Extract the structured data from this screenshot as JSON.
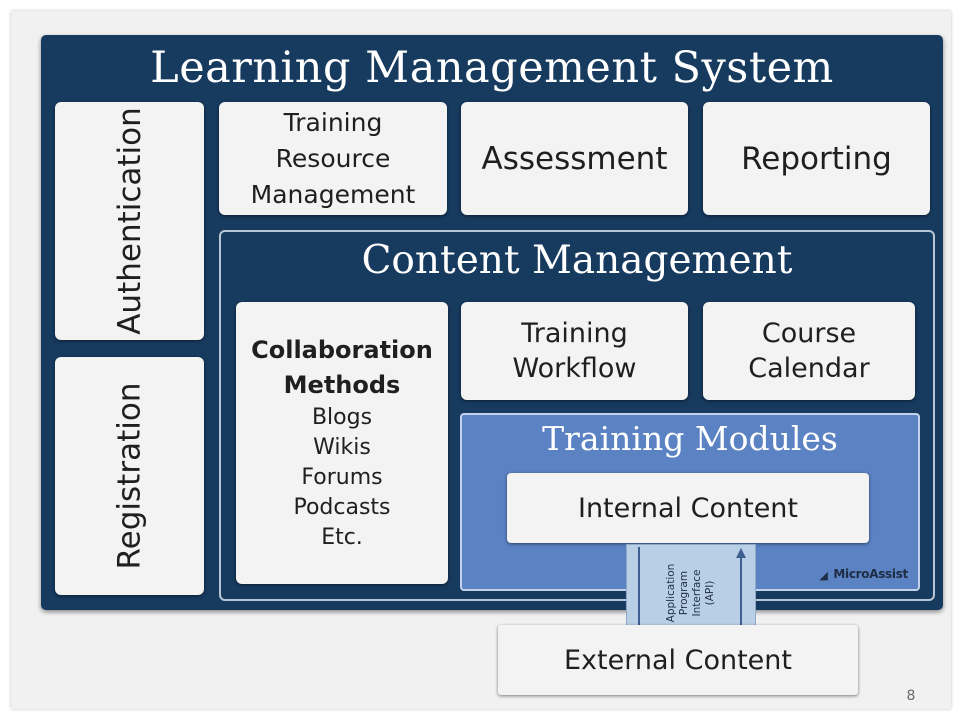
{
  "slide": {
    "page_number": "8"
  },
  "lms": {
    "title": "Learning Management System",
    "authentication": "Authentication",
    "registration": "Registration",
    "training_resource_management": [
      "Training",
      "Resource",
      "Management"
    ],
    "assessment": "Assessment",
    "reporting": "Reporting"
  },
  "content_management": {
    "title": "Content Management",
    "collaboration": {
      "heading": [
        "Collaboration",
        "Methods"
      ],
      "items": [
        "Blogs",
        "Wikis",
        "Forums",
        "Podcasts",
        "Etc."
      ]
    },
    "training_workflow": [
      "Training",
      "Workflow"
    ],
    "course_calendar": [
      "Course",
      "Calendar"
    ]
  },
  "training_modules": {
    "title": "Training Modules",
    "internal_content": "Internal Content",
    "brand": "MicroAssist"
  },
  "api": {
    "lines": [
      "Application",
      "Program",
      "Interface",
      "(API)"
    ]
  },
  "external_content": "External Content",
  "colors": {
    "navy": "#173a5f",
    "module_blue": "#5b82c3",
    "api_blue": "#b8cfe6",
    "box_fill": "#f3f3f3"
  }
}
